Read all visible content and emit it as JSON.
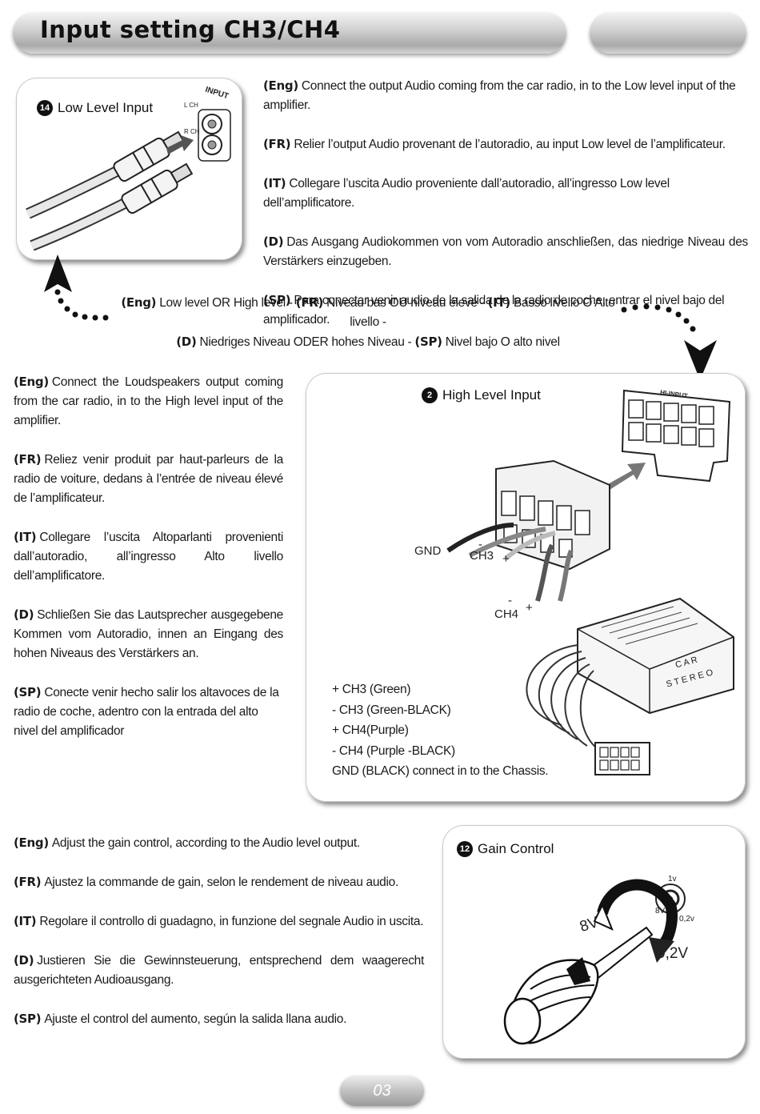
{
  "header": {
    "title": "Input setting CH3/CH4"
  },
  "low_level": {
    "number": "14",
    "title": "Low Level Input",
    "labels": {
      "input": "INPUT",
      "lch": "L CH",
      "rch": "R CH"
    },
    "paragraphs": [
      {
        "tag": "(Eng)",
        "text": "Connect the output Audio coming from the car radio, in to the Low level input of the amplifier."
      },
      {
        "tag": "(FR)",
        "text": "Relier l’output Audio provenant de l’autoradio, au input Low level de l’amplificateur."
      },
      {
        "tag": "(IT)",
        "text": "Collegare l’uscita Audio proveniente dall’autoradio, all’ingresso Low level dell’amplificatore."
      },
      {
        "tag": "(D)",
        "text": "Das Ausgang Audiokommen von vom Autoradio anschließen, das niedrige Niveau des Verstärkers einzugeben."
      },
      {
        "tag": "(SP)",
        "text": "Para conectar venir audio de la salida de la radio de coche, entrar el nivel bajo del amplificador."
      }
    ]
  },
  "or_line": {
    "line1": [
      {
        "tag": "(Eng)",
        "text": "Low level OR High level -"
      },
      {
        "tag": "(FR)",
        "text": "Niveau bas OU niveau élevé -"
      },
      {
        "tag": "(IT)",
        "text": "Basso livello O Alto livello -"
      }
    ],
    "line2": [
      {
        "tag": "(D)",
        "text": "Niedriges Niveau ODER hohes Niveau -"
      },
      {
        "tag": "(SP)",
        "text": "Nivel bajo O alto nivel"
      }
    ]
  },
  "high_level": {
    "number": "2",
    "title": "High Level Input",
    "labels": {
      "hi_input": "HI-INPUT",
      "gnd": "GND",
      "ch3": "CH3",
      "ch4": "CH4",
      "minus": "-",
      "plus": "+",
      "car": "C A R",
      "stereo": "S T E R E O"
    },
    "paragraphs": [
      {
        "tag": "(Eng)",
        "text": "Connect the Loudspeakers output coming from the car radio, in to the High level input of the amplifier."
      },
      {
        "tag": "(FR)",
        "text": "Reliez venir produit par haut-parleurs de la radio de voiture, dedans à l’entrée de niveau élevé de l’amplificateur."
      },
      {
        "tag": "(IT)",
        "text": "Collegare l’uscita Altoparlanti provenienti dall’autoradio, all’ingresso Alto livello dell’amplificatore."
      },
      {
        "tag": "(D)",
        "text": "Schließen Sie das Lautsprecher ausgegebene Kommen vom Autoradio, innen an Eingang des hohen Niveaus des Verstärkers an."
      },
      {
        "tag": "(SP)",
        "text": "Conecte venir hecho salir los altavoces de la radio de coche, adentro con la entrada del alto nivel del amplificador"
      }
    ],
    "wire_list": [
      "+ CH3 (Green)",
      "-  CH3 (Green-BLACK)",
      "+ CH4(Purple)",
      "-  CH4 (Purple   -BLACK)",
      "GND (BLACK) connect in to the Chassis."
    ]
  },
  "gain": {
    "number": "12",
    "title": "Gain Control",
    "labels": {
      "v1": "1v",
      "v8small": "8V",
      "v02small": "0,2v",
      "v8": "8V",
      "v02": "0,2V"
    },
    "paragraphs": [
      {
        "tag": "(Eng)",
        "text": "Adjust the gain control, according to the Audio level output."
      },
      {
        "tag": "(FR)",
        "text": "Ajustez la commande de gain, selon le rendement de niveau audio."
      },
      {
        "tag": "(IT)",
        "text": "Regolare il controllo di guadagno, in funzione del segnale Audio in uscita."
      },
      {
        "tag": "(D)",
        "text": "Justieren Sie die Gewinnsteuerung, entsprechend dem waagerecht ausgerichteten Audioausgang."
      },
      {
        "tag": "(SP)",
        "text": "Ajuste el control del aumento, según la salida llana audio."
      }
    ]
  },
  "footer": {
    "page": "03"
  }
}
